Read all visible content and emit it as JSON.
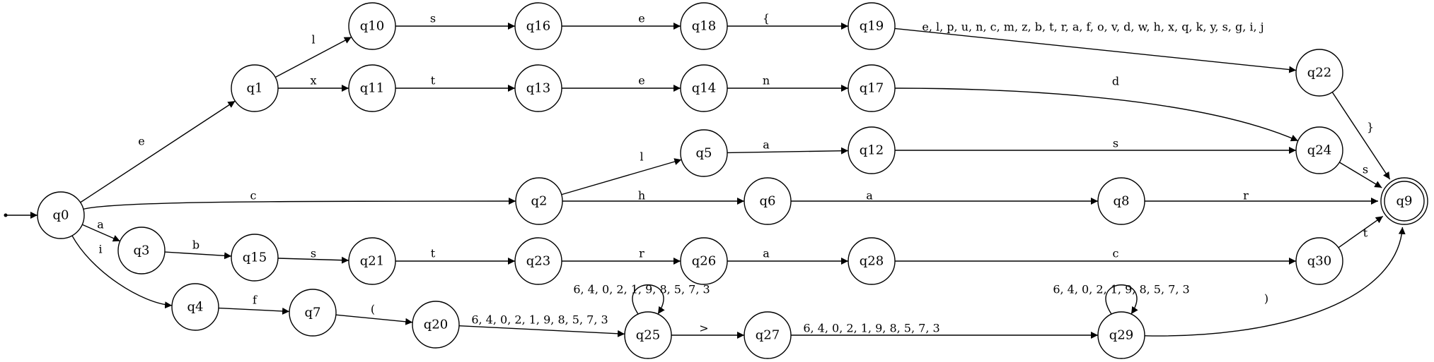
{
  "automaton": {
    "accepting_states": [
      "q9"
    ],
    "start_state": "q0",
    "states": [
      "q0",
      "q1",
      "q2",
      "q3",
      "q4",
      "q5",
      "q6",
      "q7",
      "q8",
      "q9",
      "q10",
      "q11",
      "q12",
      "q13",
      "q14",
      "q15",
      "q16",
      "q17",
      "q18",
      "q19",
      "q20",
      "q21",
      "q22",
      "q23",
      "q24",
      "q25",
      "q26",
      "q27",
      "q28",
      "q29",
      "q30"
    ],
    "transitions": [
      {
        "from": "q0",
        "to": "q1",
        "label": "e"
      },
      {
        "from": "q0",
        "to": "q2",
        "label": "c"
      },
      {
        "from": "q0",
        "to": "q3",
        "label": "a"
      },
      {
        "from": "q0",
        "to": "q4",
        "label": "i"
      },
      {
        "from": "q1",
        "to": "q10",
        "label": "l"
      },
      {
        "from": "q1",
        "to": "q11",
        "label": "x"
      },
      {
        "from": "q10",
        "to": "q16",
        "label": "s"
      },
      {
        "from": "q16",
        "to": "q18",
        "label": "e"
      },
      {
        "from": "q18",
        "to": "q19",
        "label": "{"
      },
      {
        "from": "q19",
        "to": "q22",
        "label": "e, l, p, u, n, c, m, z, b, t, r, a, f, o, v, d, w, h, x, q, k, y, s, g, i, j"
      },
      {
        "from": "q22",
        "to": "q9",
        "label": "}"
      },
      {
        "from": "q11",
        "to": "q13",
        "label": "t"
      },
      {
        "from": "q13",
        "to": "q14",
        "label": "e"
      },
      {
        "from": "q14",
        "to": "q17",
        "label": "n"
      },
      {
        "from": "q17",
        "to": "q24",
        "label": "d"
      },
      {
        "from": "q2",
        "to": "q5",
        "label": "l"
      },
      {
        "from": "q5",
        "to": "q12",
        "label": "a"
      },
      {
        "from": "q12",
        "to": "q24",
        "label": "s"
      },
      {
        "from": "q24",
        "to": "q9",
        "label": "s"
      },
      {
        "from": "q2",
        "to": "q6",
        "label": "h"
      },
      {
        "from": "q6",
        "to": "q8",
        "label": "a"
      },
      {
        "from": "q8",
        "to": "q9",
        "label": "r"
      },
      {
        "from": "q3",
        "to": "q15",
        "label": "b"
      },
      {
        "from": "q15",
        "to": "q21",
        "label": "s"
      },
      {
        "from": "q21",
        "to": "q23",
        "label": "t"
      },
      {
        "from": "q23",
        "to": "q26",
        "label": "r"
      },
      {
        "from": "q26",
        "to": "q28",
        "label": "a"
      },
      {
        "from": "q28",
        "to": "q30",
        "label": "c"
      },
      {
        "from": "q30",
        "to": "q9",
        "label": "t"
      },
      {
        "from": "q4",
        "to": "q7",
        "label": "f"
      },
      {
        "from": "q7",
        "to": "q20",
        "label": "("
      },
      {
        "from": "q20",
        "to": "q25",
        "label": "6, 4, 0, 2, 1, 9, 8, 5, 7, 3"
      },
      {
        "from": "q25",
        "to": "q25",
        "label": "6, 4, 0, 2, 1, 9, 8, 5, 7, 3"
      },
      {
        "from": "q25",
        "to": "q27",
        "label": ">"
      },
      {
        "from": "q27",
        "to": "q29",
        "label": "6, 4, 0, 2, 1, 9, 8, 5, 7, 3"
      },
      {
        "from": "q29",
        "to": "q29",
        "label": "6, 4, 0, 2, 1, 9, 8, 5, 7, 3"
      },
      {
        "from": "q29",
        "to": "q9",
        "label": ")"
      }
    ]
  }
}
